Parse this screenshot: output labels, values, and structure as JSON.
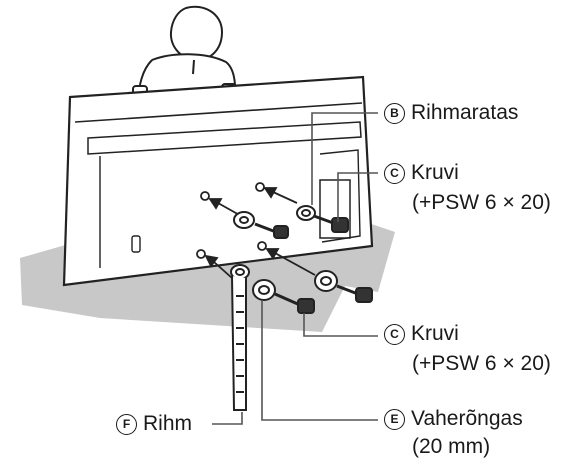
{
  "labels": {
    "b": {
      "badge": "B",
      "text": "Rihmaratas"
    },
    "c1": {
      "badge": "C",
      "text": "Kruvi",
      "sub": "(+PSW 6 × 20)"
    },
    "c2": {
      "badge": "C",
      "text": "Kruvi",
      "sub": "(+PSW 6 × 20)"
    },
    "f": {
      "badge": "F",
      "text": "Rihm"
    },
    "e": {
      "badge": "E",
      "text": "Vaherõngas",
      "sub": "(20 mm)"
    }
  },
  "colors": {
    "line": "#222222",
    "floor": "#c8c8c8",
    "tv": "#ffffff"
  }
}
